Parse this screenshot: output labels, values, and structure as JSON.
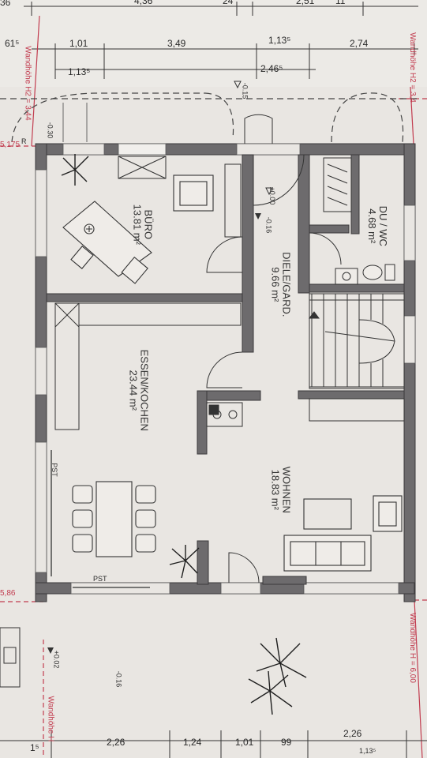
{
  "top_dims_row1": [
    "36",
    "4,36",
    "24",
    "2,51",
    "11"
  ],
  "top_dims_row2": [
    "61⁵",
    "1,01",
    "3,49",
    "1,13⁵",
    "2,74"
  ],
  "top_dims_row3": [
    "1,13⁵",
    "2,46⁵"
  ],
  "bottom_dims": [
    "1⁵",
    "2,26",
    "1,24",
    "1,01",
    "99",
    "2,26",
    "1,13⁵"
  ],
  "rooms": {
    "buero": {
      "name": "BÜRO",
      "area": "13.81 m²"
    },
    "diele": {
      "name": "DIELE/GARD.",
      "area": "9.66 m²"
    },
    "duwc": {
      "name": "DU / WC",
      "area": "4.68 m²"
    },
    "essen": {
      "name": "ESSEN/KOCHEN",
      "area": "23.44 m²"
    },
    "wohnen": {
      "name": "WOHNEN",
      "area": "18.83 m²"
    }
  },
  "levels": {
    "entry_zero": "±0.00",
    "entry_minus": "-0.16",
    "outside_minus": "-0.16",
    "outside_plus": "+0.02",
    "top_minus": "-0.30",
    "top_minus_small": "-0.15"
  },
  "labels": {
    "pst1": "PST",
    "pst2": "PST",
    "left_dim": "5,86",
    "left_dim_top": "5,175",
    "wall_h2_left": "Wandhöhe H2 = 3,44",
    "wall_h2_right": "Wandhöhe H2 = 3,4",
    "wall_h_right": "Wandhöhe H = 6,00",
    "wall_h_left": "Wandhöhe H",
    "r_label": "R"
  }
}
